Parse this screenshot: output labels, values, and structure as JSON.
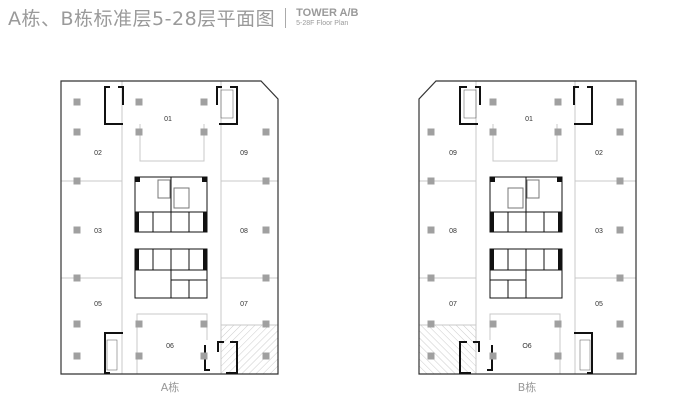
{
  "title": {
    "chinese": "A栋、B栋标准层5-28层平面图",
    "english_main": "TOWER A/B",
    "english_sub": "5-28F Floor Plan"
  },
  "plans": [
    {
      "label": "A栋",
      "rooms": [
        "01",
        "02",
        "09",
        "03",
        "08",
        "05",
        "07",
        "06"
      ]
    },
    {
      "label": "B栋",
      "rooms": [
        "01",
        "09",
        "02",
        "08",
        "03",
        "07",
        "05",
        "O6"
      ]
    }
  ],
  "colors": {
    "wall": "#111111",
    "partition": "#bbbbbb",
    "column": "#a0a0a0",
    "title": "#9a9a9a"
  }
}
